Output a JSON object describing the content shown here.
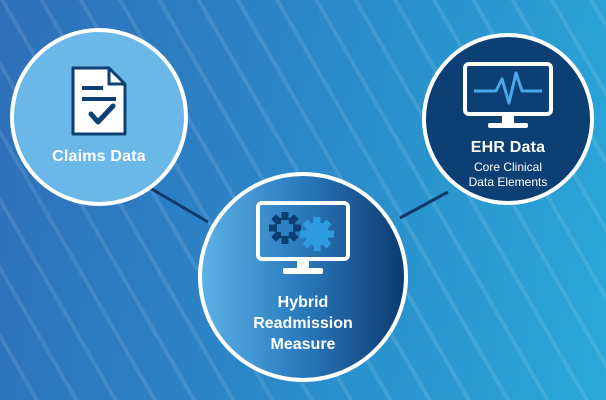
{
  "claims": {
    "title": "Claims Data",
    "icon": "document-check-icon"
  },
  "ehr": {
    "title": "EHR Data",
    "subtitle_line1": "Core Clinical",
    "subtitle_line2": "Data Elements",
    "icon": "heartbeat-monitor-icon"
  },
  "hybrid": {
    "line1": "Hybrid",
    "line2": "Readmission",
    "line3": "Measure",
    "icon": "monitor-gears-icon"
  },
  "colors": {
    "claims_fill": "#6bb8e8",
    "ehr_fill": "#0c3f73",
    "accent_navy": "#0c3f73",
    "accent_blue": "#2e8fd8",
    "connector": "#0e3a6a"
  }
}
